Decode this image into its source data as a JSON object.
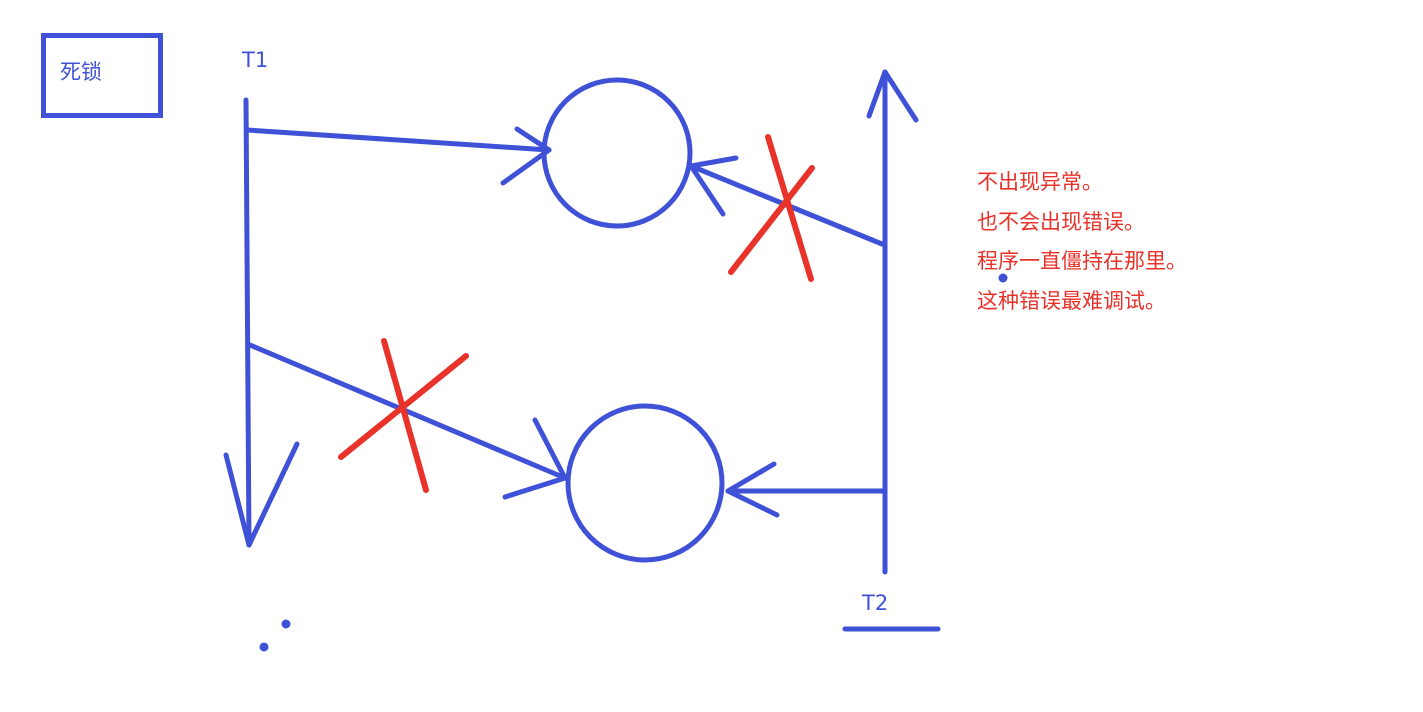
{
  "title": "死锁",
  "threads": {
    "t1": "T1",
    "t2": "T2"
  },
  "notes": [
    "不出现异常。",
    "也不会出现错误。",
    "程序一直僵持在那里。",
    "这种错误最难调试。"
  ],
  "colors": {
    "stroke": "#3f51d6",
    "blocked": "#e8322a",
    "note_text": "#e8322a"
  }
}
